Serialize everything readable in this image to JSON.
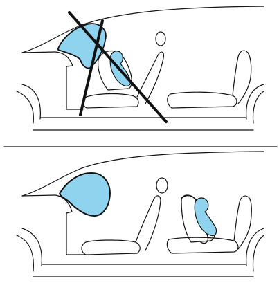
{
  "panels": [
    {
      "id": "incorrect",
      "marked_wrong": true,
      "airbag": "deployed",
      "child_seat": "front-passenger-seat"
    },
    {
      "id": "correct",
      "marked_wrong": false,
      "airbag": "deployed",
      "child_seat": "rear-seat"
    }
  ],
  "colors": {
    "airbag": "#8fd3ee",
    "child_seat_fill": "#8fd3ee",
    "line": "#111111",
    "background": "#ffffff"
  },
  "icons": [
    "cross-mark-icon"
  ]
}
